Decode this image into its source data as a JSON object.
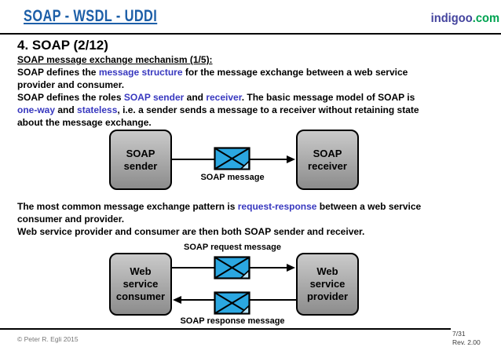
{
  "header": {
    "title": "SOAP - WSDL - UDDI",
    "brand": {
      "name": "indigoo",
      "tld": ".com"
    }
  },
  "slide": {
    "heading": "4. SOAP (2/12)",
    "subheading": "SOAP message exchange mechanism (1/5):",
    "paragraph1": [
      [
        {
          "t": "SOAP defines the "
        },
        {
          "t": "message structure",
          "kw": true
        },
        {
          "t": " for the message exchange between a web service"
        }
      ],
      [
        {
          "t": "provider and consumer."
        }
      ],
      [
        {
          "t": "SOAP defines the roles "
        },
        {
          "t": "SOAP sender",
          "kw": true
        },
        {
          "t": " and "
        },
        {
          "t": "receiver",
          "kw": true
        },
        {
          "t": ". The basic message model of SOAP is"
        }
      ],
      [
        {
          "t": "one-way",
          "kw": true
        },
        {
          "t": " and "
        },
        {
          "t": "stateless",
          "kw": true
        },
        {
          "t": ", i.e. a sender sends a message to a receiver without retaining state"
        }
      ],
      [
        {
          "t": "about the message exchange."
        }
      ]
    ],
    "paragraph2": [
      [
        {
          "t": "The most common message exchange pattern is "
        },
        {
          "t": "request-response",
          "kw": true
        },
        {
          "t": " between a web service"
        }
      ],
      [
        {
          "t": "consumer and provider."
        }
      ],
      [
        {
          "t": "Web service provider and consumer are then both SOAP sender and receiver."
        }
      ]
    ]
  },
  "diagram_one_way": {
    "sender_label": "SOAP sender",
    "receiver_label": "SOAP receiver",
    "message_label": "SOAP message"
  },
  "diagram_request_response": {
    "consumer_label": "Web service consumer",
    "provider_label": "Web service provider",
    "request_label": "SOAP request message",
    "response_label": "SOAP response message"
  },
  "footer": {
    "copyright": "© Peter R. Egli 2015",
    "page": "7/31",
    "revision": "Rev. 2.00"
  },
  "icons": {
    "envelope": "✉ blue envelope with folded corner"
  },
  "colors": {
    "title_blue": "#1d5fa8",
    "keyword_blue": "#3838bf",
    "brand_indigo": "#44449e",
    "brand_green": "#00a351",
    "envelope_blue": "#2ba7e1",
    "node_gradient_top": "#cacaca",
    "node_gradient_bottom": "#8c8c8c"
  }
}
